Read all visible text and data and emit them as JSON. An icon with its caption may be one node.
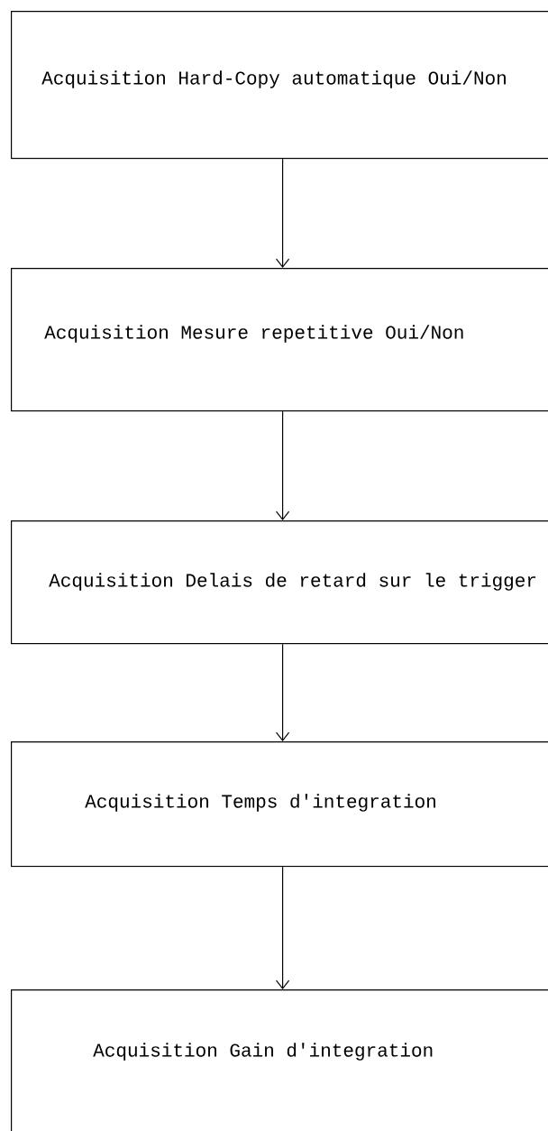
{
  "diagram": {
    "nodes": [
      {
        "text": [
          "Acquisition Hard-Copy automatique Oui/Non"
        ]
      },
      {
        "text": [
          "Acquisition Mesure repetitive Oui/Non"
        ]
      },
      {
        "text": [
          "Acquisition Delais de retard sur le trigger"
        ]
      },
      {
        "text": [
          "Acquisition Temps d'integration"
        ]
      },
      {
        "text": [
          "Acquisition Gain d'integration"
        ]
      }
    ],
    "edges": [
      {
        "from": 0,
        "to": 1,
        "arrow": "to"
      },
      {
        "from": 1,
        "to": 2,
        "arrow": "to"
      },
      {
        "from": 2,
        "to": 3,
        "arrow": "to"
      },
      {
        "from": 3,
        "to": 4,
        "arrow": "to"
      }
    ]
  }
}
